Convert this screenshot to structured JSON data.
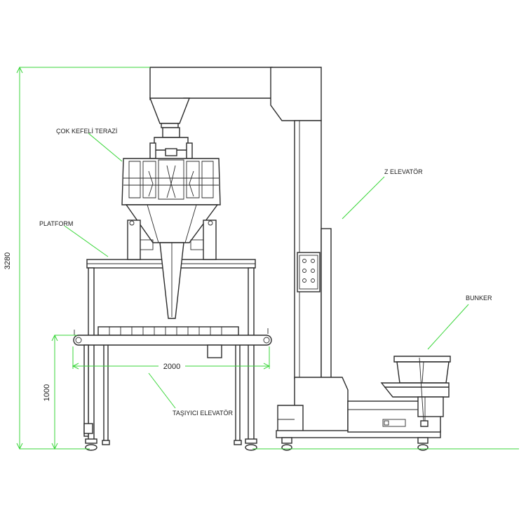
{
  "labels": {
    "weigher": "ÇOK KEFELİ TERAZİ",
    "platform": "PLATFORM",
    "z_elevator": "Z ELEVATÖR",
    "bunker": "BUNKER",
    "conveyor": "TAŞIYICI ELEVATÖR"
  },
  "dimensions": {
    "total_height": "3280",
    "conveyor_height": "1000",
    "conveyor_length": "2000"
  },
  "colors": {
    "dimension_lines": "#39d639",
    "machine_lines": "#2a2a2a"
  }
}
